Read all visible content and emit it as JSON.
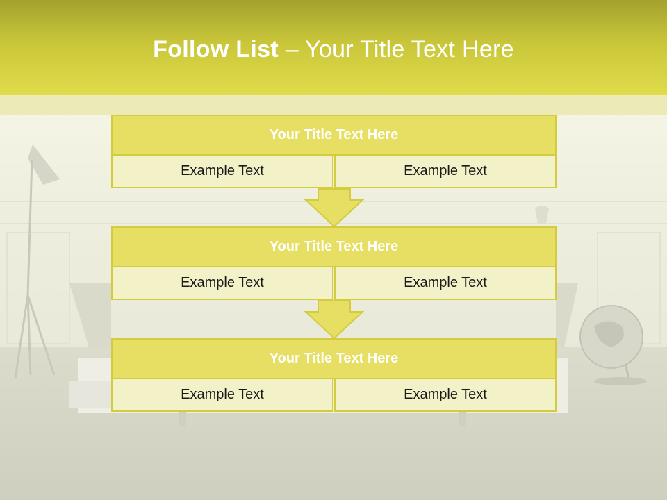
{
  "header": {
    "title_bold": "Follow List",
    "title_rest": " – Your Title Text Here"
  },
  "steps": [
    {
      "title": "Your Title Text Here",
      "left": "Example Text",
      "right": "Example Text"
    },
    {
      "title": "Your Title Text Here",
      "left": "Example Text",
      "right": "Example Text"
    },
    {
      "title": "Your Title Text Here",
      "left": "Example Text",
      "right": "Example Text"
    }
  ],
  "colors": {
    "header_top": "#a4a22e",
    "header_bottom": "#e0dc4a",
    "title_fill": "#e6df63",
    "cell_fill": "#f3f1c7",
    "border": "#d2cc3e"
  }
}
